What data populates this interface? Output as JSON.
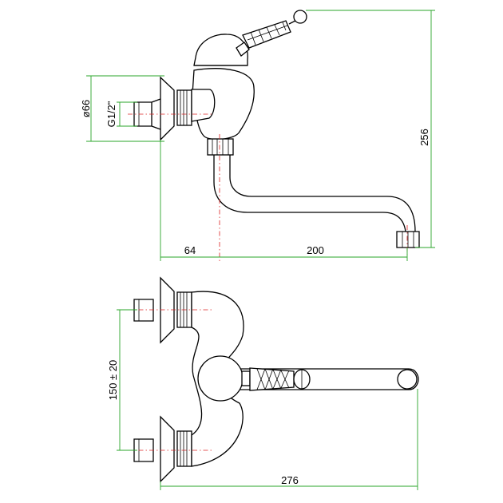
{
  "dimensions": {
    "diameter_label": "ø66",
    "thread_label": "G1/2\"",
    "height_label": "256",
    "offset_label": "64",
    "spout_label": "200",
    "center_label": "150 ± 20",
    "width_label": "276"
  },
  "colors": {
    "outline": "#000000",
    "dimension_lines": "#2aa52a",
    "center_lines": "#d22222",
    "background": "#ffffff"
  }
}
